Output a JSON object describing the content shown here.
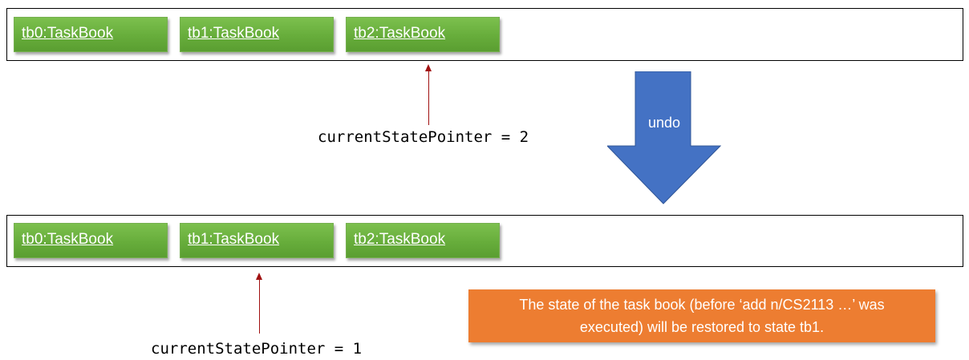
{
  "before": {
    "states": [
      "tb0:TaskBook",
      "tb1:TaskBook",
      "tb2:TaskBook"
    ],
    "pointer_label": "currentStatePointer = 2"
  },
  "command": {
    "label": "undo",
    "arrow_color": "#4472c4"
  },
  "after": {
    "states": [
      "tb0:TaskBook",
      "tb1:TaskBook",
      "tb2:TaskBook"
    ],
    "pointer_label": "currentStatePointer = 1"
  },
  "note": {
    "line1": "The state of the task book (before ‘add n/CS2113 …’ was",
    "line2": "executed) will be restored to state tb1.",
    "color": "#ed7d31"
  },
  "colors": {
    "state_box": "#70ad47",
    "pointer": "#a01010"
  }
}
